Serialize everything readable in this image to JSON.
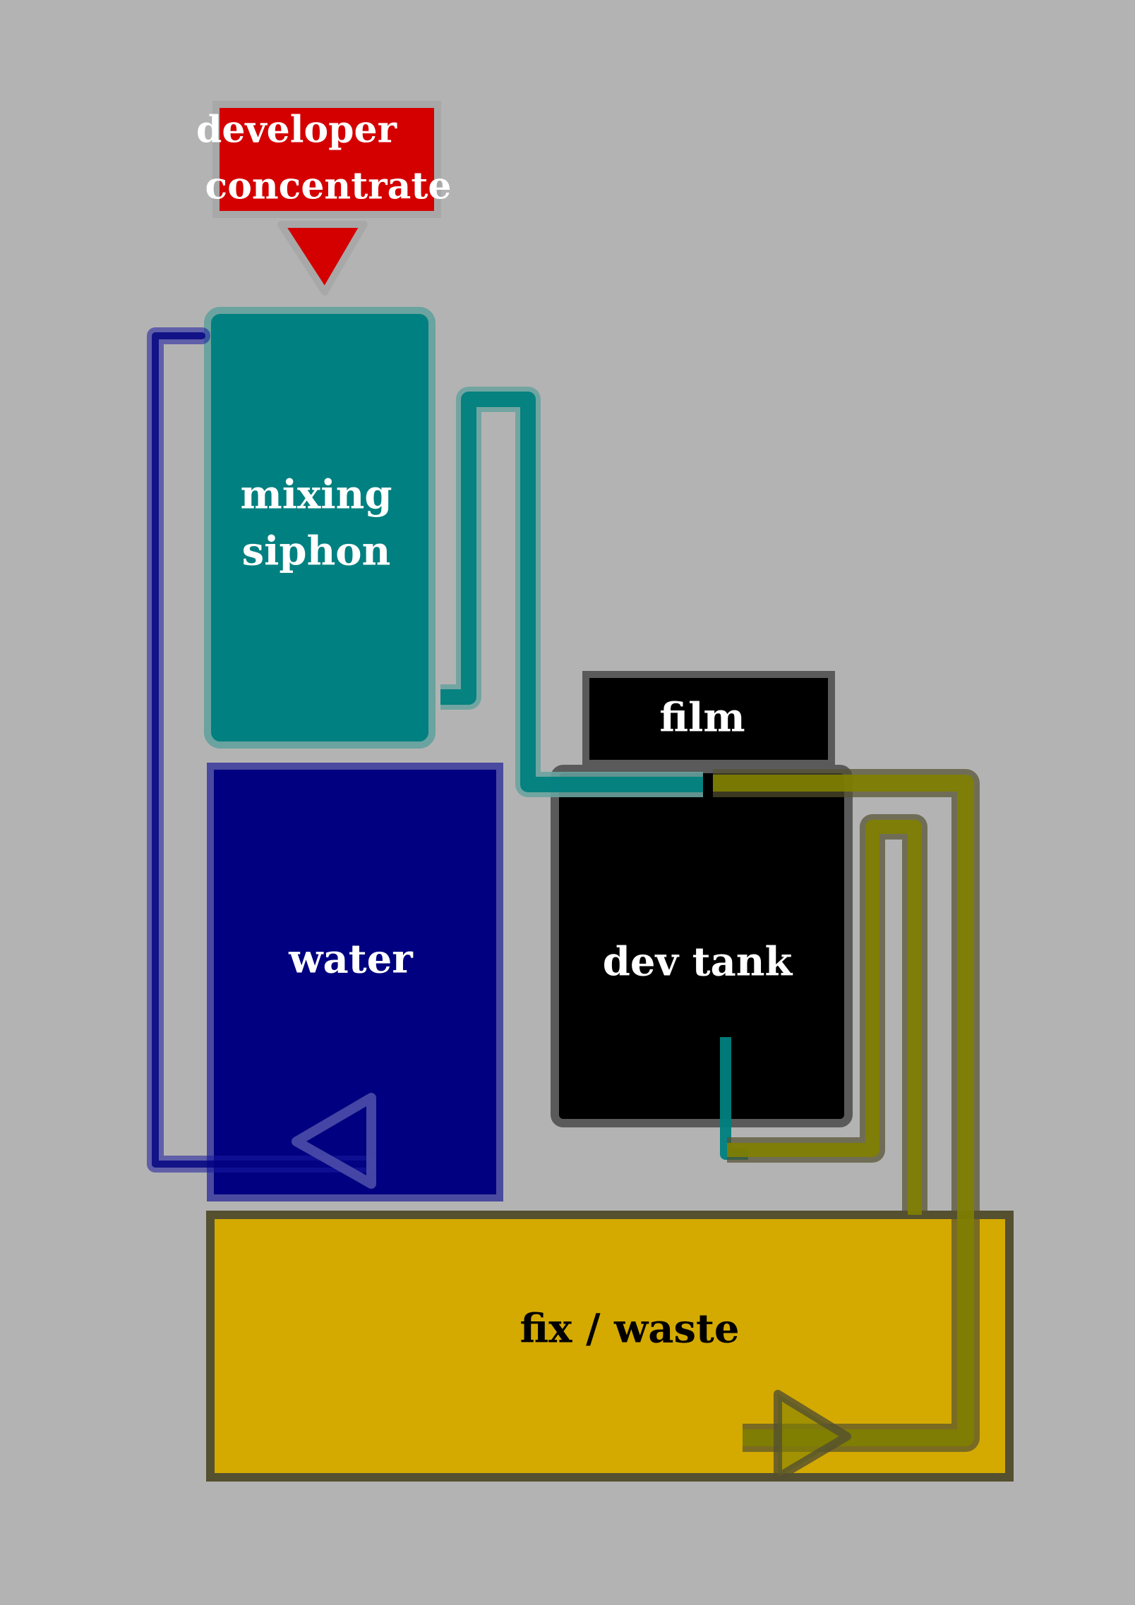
{
  "nodes": {
    "developer_concentrate": {
      "lines": [
        "developer",
        "concentrate"
      ],
      "color": "#d40000",
      "text_color": "#ffffff"
    },
    "mixing_siphon": {
      "lines": [
        "mixing",
        "siphon"
      ],
      "color": "#008080",
      "text_color": "#ffffff"
    },
    "water": {
      "label": "water",
      "color": "#000080",
      "text_color": "#ffffff"
    },
    "film": {
      "label": "film",
      "color": "#000000",
      "text_color": "#ffffff"
    },
    "dev_tank": {
      "label": "dev tank",
      "color": "#000000",
      "text_color": "#ffffff"
    },
    "fix_waste": {
      "label": "fix / waste",
      "color": "#d4aa00",
      "text_color": "#000000"
    }
  },
  "pipes": {
    "water_line_color": "#000080",
    "developer_line_color": "#008080",
    "waste_line_color": "#808000"
  },
  "background_color": "#b3b3b3"
}
